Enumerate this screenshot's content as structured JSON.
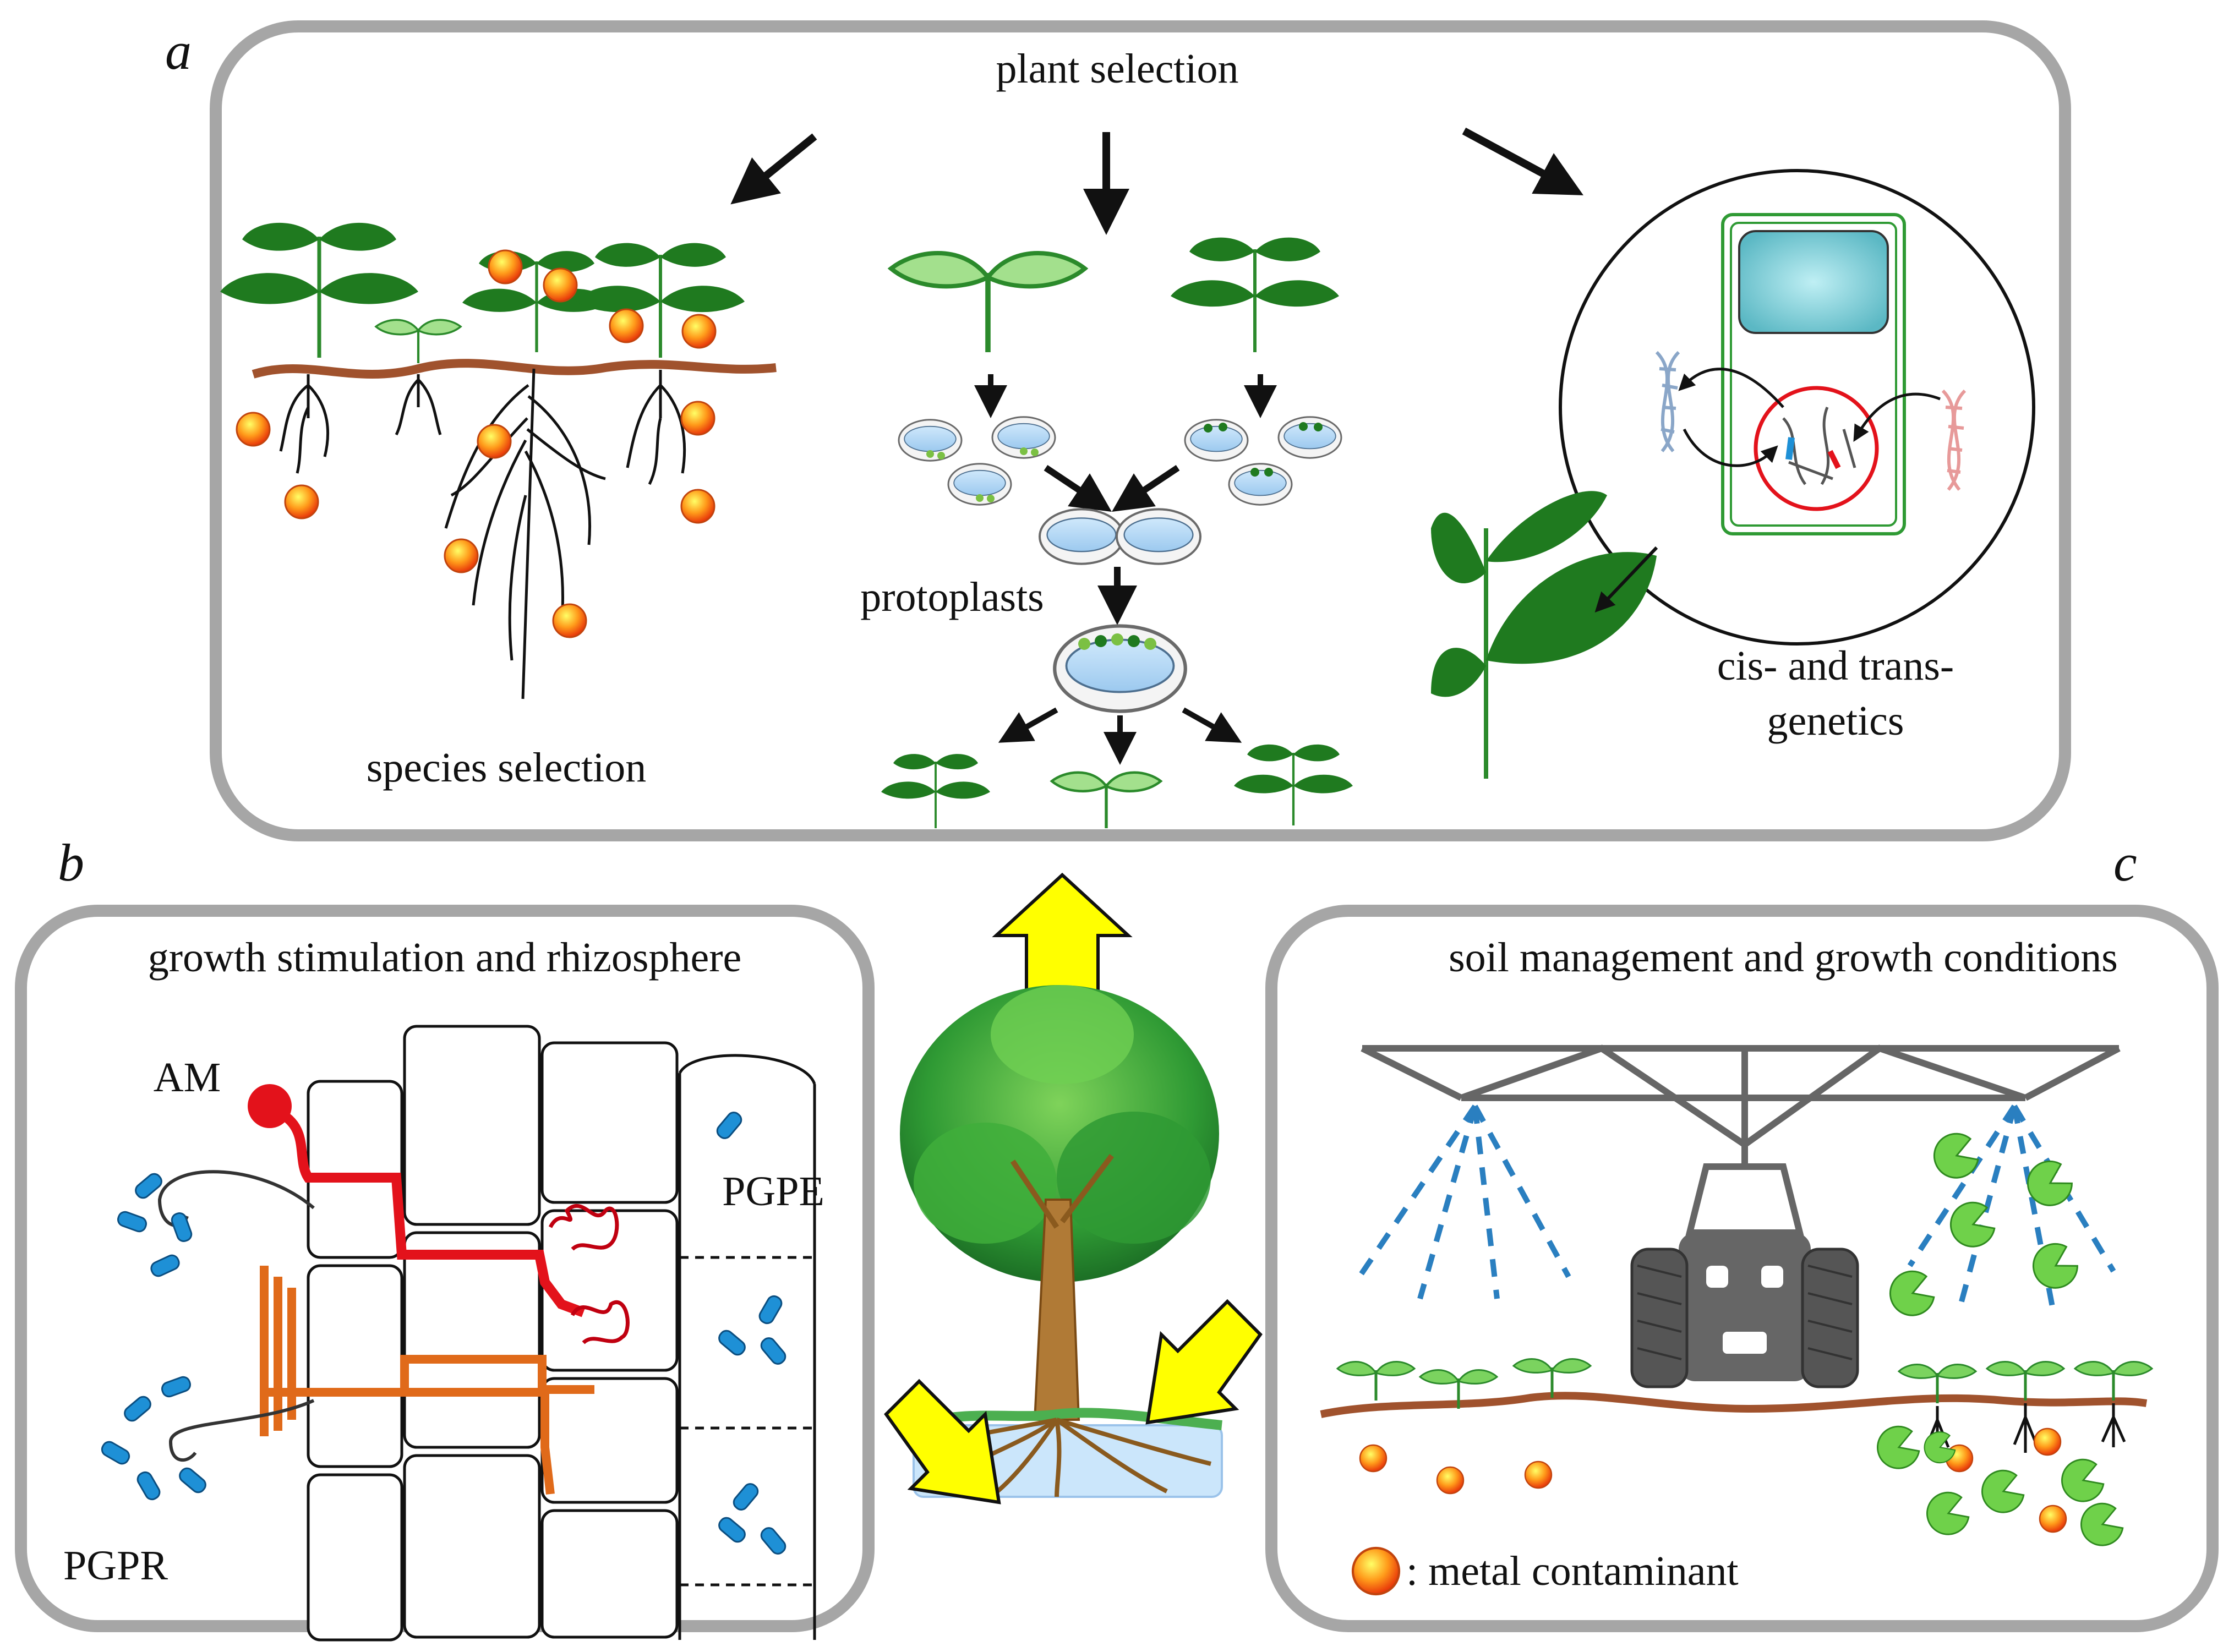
{
  "panels": {
    "a": {
      "letter": "a",
      "title": "plant selection",
      "species_label": "species selection",
      "protoplast_label": "protoplasts",
      "genetics_line1": "cis- and trans-",
      "genetics_line2": "genetics"
    },
    "b": {
      "letter": "b",
      "title": "growth stimulation and rhizosphere",
      "am_label": "AM",
      "pgpe_label": "PGPE",
      "pgpr_label": "PGPR"
    },
    "c": {
      "letter": "c",
      "title": "soil management and growth conditions",
      "legend_label": ": metal contaminant"
    }
  },
  "colors": {
    "frame": "#a6a6a6",
    "soil": "#a0522d",
    "metal": "#ff9a1a",
    "leaf_dark": "#1f7a1f",
    "leaf_light": "#9fdc8a",
    "arrow_yellow": "#ffff00",
    "bacteria": "#1e90d6",
    "am_fungus": "#e3121b",
    "mycelium": "#e06a1a",
    "spray": "#2a7fc0",
    "tractor": "#666666"
  }
}
